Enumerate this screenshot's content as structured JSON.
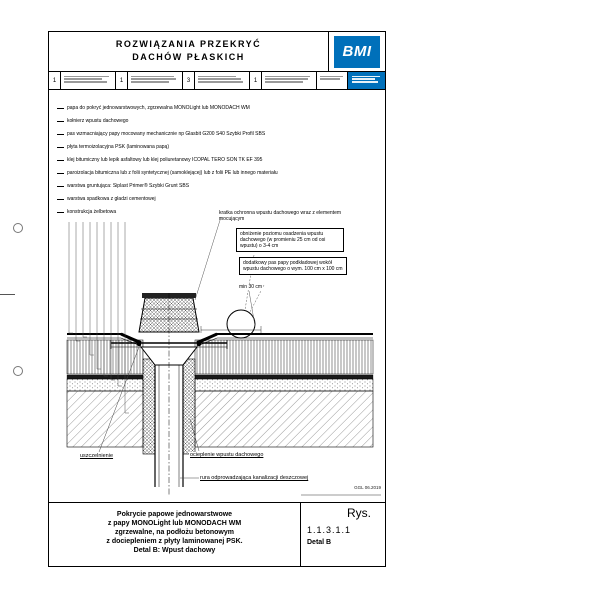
{
  "header": {
    "title_line1": "ROZWIĄZANIA PRZEKRYĆ",
    "title_line2": "DACHÓW PŁASKICH",
    "logo_text": "BMI"
  },
  "index_row": {
    "numbers": [
      "1",
      "1",
      "3",
      "1"
    ]
  },
  "layer_list": {
    "items": [
      "papa do pokryć jednowarstwowych, zgrzewalna MONOLight lub MONODACH WM",
      "kołnierz wpustu dachowego",
      "pas wzmacniający papy mocowany mechanicznie np Glasbit G200 S40 Szybki Profil SBS",
      "płyta termoizolacyjna PSK (laminowana papą)",
      "klej bitumiczny lub lepik asfaltowy lub klej poliuretanowy ICOPAL TERO SON TK EF 395",
      "paroizolacja bitumiczna lub z folii syntetycznej (samoklejącej) lub z folii PE lub innego materiału",
      "warstwa gruntująca: Siplast Primer® Szybki Grunt SBS",
      "warstwa spadkowa z gładzi cementowej",
      "konstrukcja żelbetowa"
    ]
  },
  "callouts": {
    "grate": "kratka ochronna wpustu dachowego wraz z elementem mocującym",
    "lowering": "obniżenie poziomu osadzenia wpustu dachowego (w promieniu 25 cm od osi wpustu) o 3-4 cm",
    "extra_strip": "dodatkowy pas papy podkładowej wokół wpustu dachowego o wym. 100 cm x 100 cm",
    "min_dimension": "min 30 cm"
  },
  "drawing_labels": {
    "seal": "uszczelnienie",
    "drain_insulation": "ocieplenie wpustu dachowego",
    "pipe": "rura odprowadzająca kanalizacji deszczowej",
    "doc_code": "GGL 06.2019"
  },
  "title_block": {
    "description_lines": [
      "Pokrycie papowe jednowarstwowe",
      "z papy MONOLight lub MONODACH WM",
      "zgrzewalne, na podłożu betonowym",
      "z dociepleniem z płyty laminowanej PSK.",
      "Detal B: Wpust dachowy"
    ],
    "fig_label": "Rys.",
    "fig_number": "1.1.3.1.1",
    "detail_label": "Detal B"
  },
  "colors": {
    "brand_blue": "#0070BA"
  }
}
